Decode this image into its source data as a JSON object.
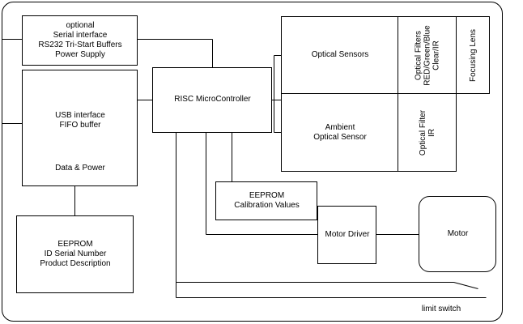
{
  "serial_block": {
    "line1": "optional",
    "line2": "Serial interface",
    "line3": "RS232 Tri-Start Buffers",
    "line4": "Power Supply"
  },
  "usb_block": {
    "line1": "USB interface",
    "line2": "FIFO buffer",
    "line3": "Data & Power"
  },
  "eeprom_id_block": {
    "line1": "EEPROM",
    "line2": "ID Serial Number",
    "line3": "Product Description"
  },
  "mcu_block": {
    "label": "RISC MicroController"
  },
  "optical_sensors_block": {
    "label": "Optical Sensors"
  },
  "optical_filters_block": {
    "line1": "Optical Filters",
    "line2": "RED/Green/Blue",
    "line3": "Clear/IR"
  },
  "focusing_lens_block": {
    "label": "Focusing Lens"
  },
  "ambient_sensor_block": {
    "line1": "Ambient",
    "line2": "Optical Sensor"
  },
  "ir_filter_block": {
    "line1": "Optical Filter",
    "line2": "IR"
  },
  "eeprom_cal_block": {
    "line1": "EEPROM",
    "line2": "Calibration Values"
  },
  "motor_driver_block": {
    "label": "Motor Driver"
  },
  "motor_block": {
    "label": "Motor"
  },
  "limit_switch": {
    "label": "limit switch"
  },
  "colors": {
    "line": "#000000",
    "background": "#ffffff"
  }
}
